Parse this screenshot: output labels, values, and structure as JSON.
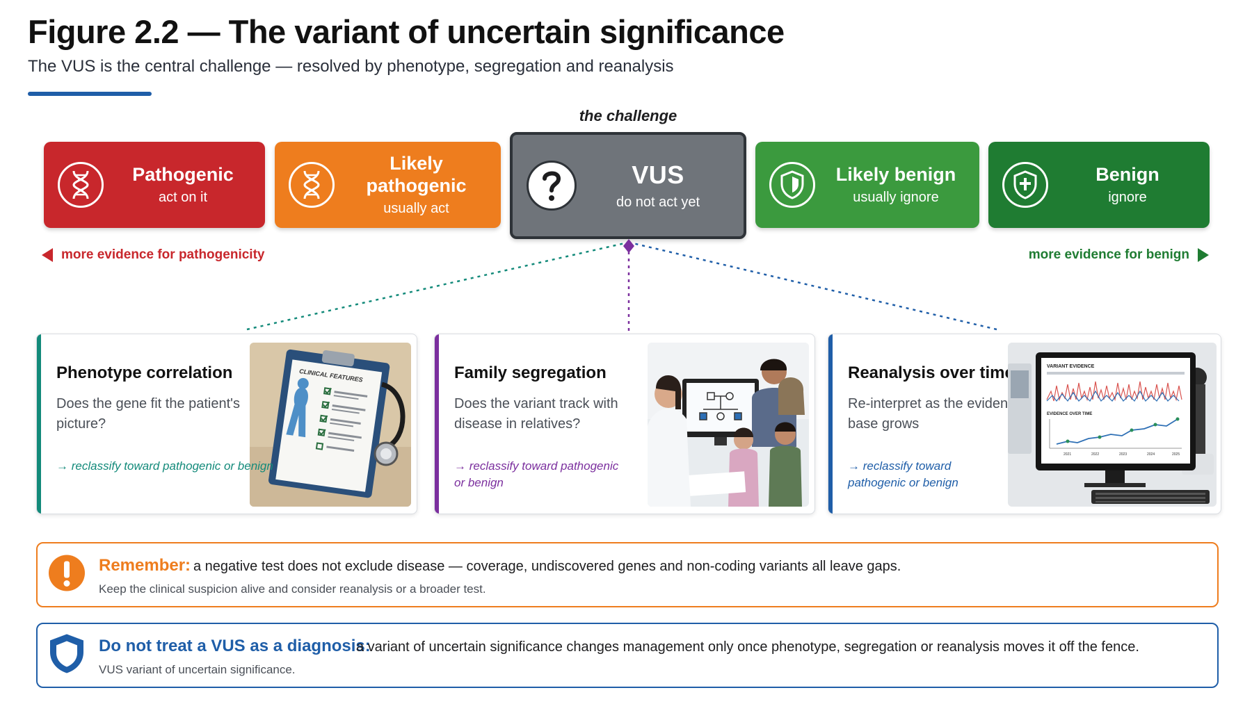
{
  "figure": {
    "title": "Figure 2.2 — The variant of uncertain significance",
    "subtitle": "The VUS is the central challenge — resolved by phenotype, segregation and reanalysis"
  },
  "challenge_label": "the challenge",
  "classes": [
    {
      "name": "Pathogenic",
      "sub": "act on it",
      "icon": "dna-icon",
      "color": "#c8272c"
    },
    {
      "name": "Likely pathogenic",
      "sub": "usually act",
      "icon": "dna-icon",
      "color": "#ee7d1e"
    },
    {
      "name": "VUS",
      "sub": "do not act yet",
      "icon": "question-icon",
      "color": "#6f747a"
    },
    {
      "name": "Likely benign",
      "sub": "usually ignore",
      "icon": "shield-icon",
      "color": "#3b9a3e"
    },
    {
      "name": "Benign",
      "sub": "ignore",
      "icon": "shield-icon",
      "color": "#1f7c32"
    }
  ],
  "evidence": {
    "left": "more evidence for pathogenicity",
    "right": "more evidence for benign"
  },
  "cards": [
    {
      "title": "Phenotype correlation",
      "text": "Does the gene fit the patient's picture?",
      "note": "→ reclassify toward pathogenic or benign",
      "color": "#138a7a",
      "illus_heading": "CLINICAL FEATURES"
    },
    {
      "title": "Family segregation",
      "text": "Does the variant track with disease in relatives?",
      "note": "→ reclassify toward pathogenic or benign",
      "color": "#7b2f9e"
    },
    {
      "title": "Reanalysis over time",
      "text": "Re-interpret as the evidence base grows",
      "note": "→ reclassify toward pathogenic or benign",
      "color": "#1f5ea8",
      "illus_heading": "VARIANT EVIDENCE",
      "illus_chart_label": "EVIDENCE OVER TIME",
      "illus_years": [
        "2021",
        "2022",
        "2023",
        "2024",
        "2025"
      ]
    }
  ],
  "callouts": [
    {
      "head": "Remember:",
      "main": "a negative test does not exclude disease — coverage, undiscovered genes and non-coding variants all leave gaps.",
      "sub": "Keep the clinical suspicion alive and consider reanalysis or a broader test.",
      "icon": "exclamation-icon",
      "color": "#ee7d1e"
    },
    {
      "head": "Do not treat a VUS as a diagnosis:",
      "main": "a variant of uncertain significance changes management only once phenotype, segregation or reanalysis moves it off the fence.",
      "sub": "VUS variant of uncertain significance.",
      "icon": "shield-icon",
      "color": "#1f5ea8"
    }
  ]
}
